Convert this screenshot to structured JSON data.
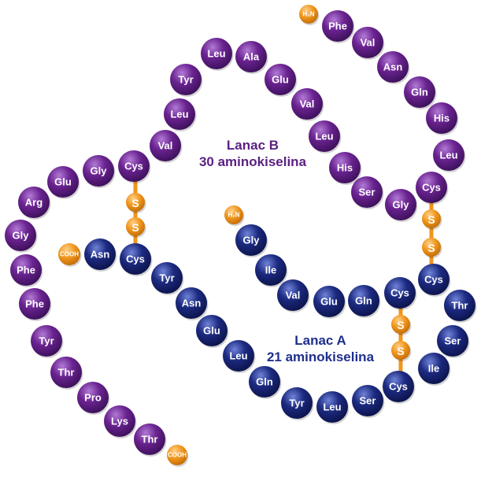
{
  "colors": {
    "chain_b": "#6a2390",
    "chain_a": "#1c2a80",
    "terminal": "#f0961c",
    "disulfide": "#f0961c"
  },
  "chain_b": {
    "name": "Lanac B",
    "count_label": "30 aminokiselina",
    "n_terminal": "H₂N",
    "c_terminal": "COOH",
    "residues": [
      "Phe",
      "Val",
      "Asn",
      "Gln",
      "His",
      "Leu",
      "Cys",
      "Gly",
      "Ser",
      "His",
      "Leu",
      "Val",
      "Glu",
      "Ala",
      "Leu",
      "Tyr",
      "Leu",
      "Val",
      "Cys",
      "Gly",
      "Glu",
      "Arg",
      "Gly",
      "Phe",
      "Phe",
      "Tyr",
      "Thr",
      "Pro",
      "Lys",
      "Thr"
    ]
  },
  "chain_a": {
    "name": "Lanac A",
    "count_label": "21 aminokiselina",
    "n_terminal": "H₂N",
    "c_terminal": "COOH",
    "residues": [
      "Gly",
      "Ile",
      "Val",
      "Glu",
      "Gln",
      "Cys",
      "Cys",
      "Thr",
      "Ser",
      "Ile",
      "Cys",
      "Ser",
      "Leu",
      "Tyr",
      "Gln",
      "Leu",
      "Glu",
      "Asn",
      "Tyr",
      "Cys",
      "Asn"
    ]
  },
  "disulfide_label": "S"
}
